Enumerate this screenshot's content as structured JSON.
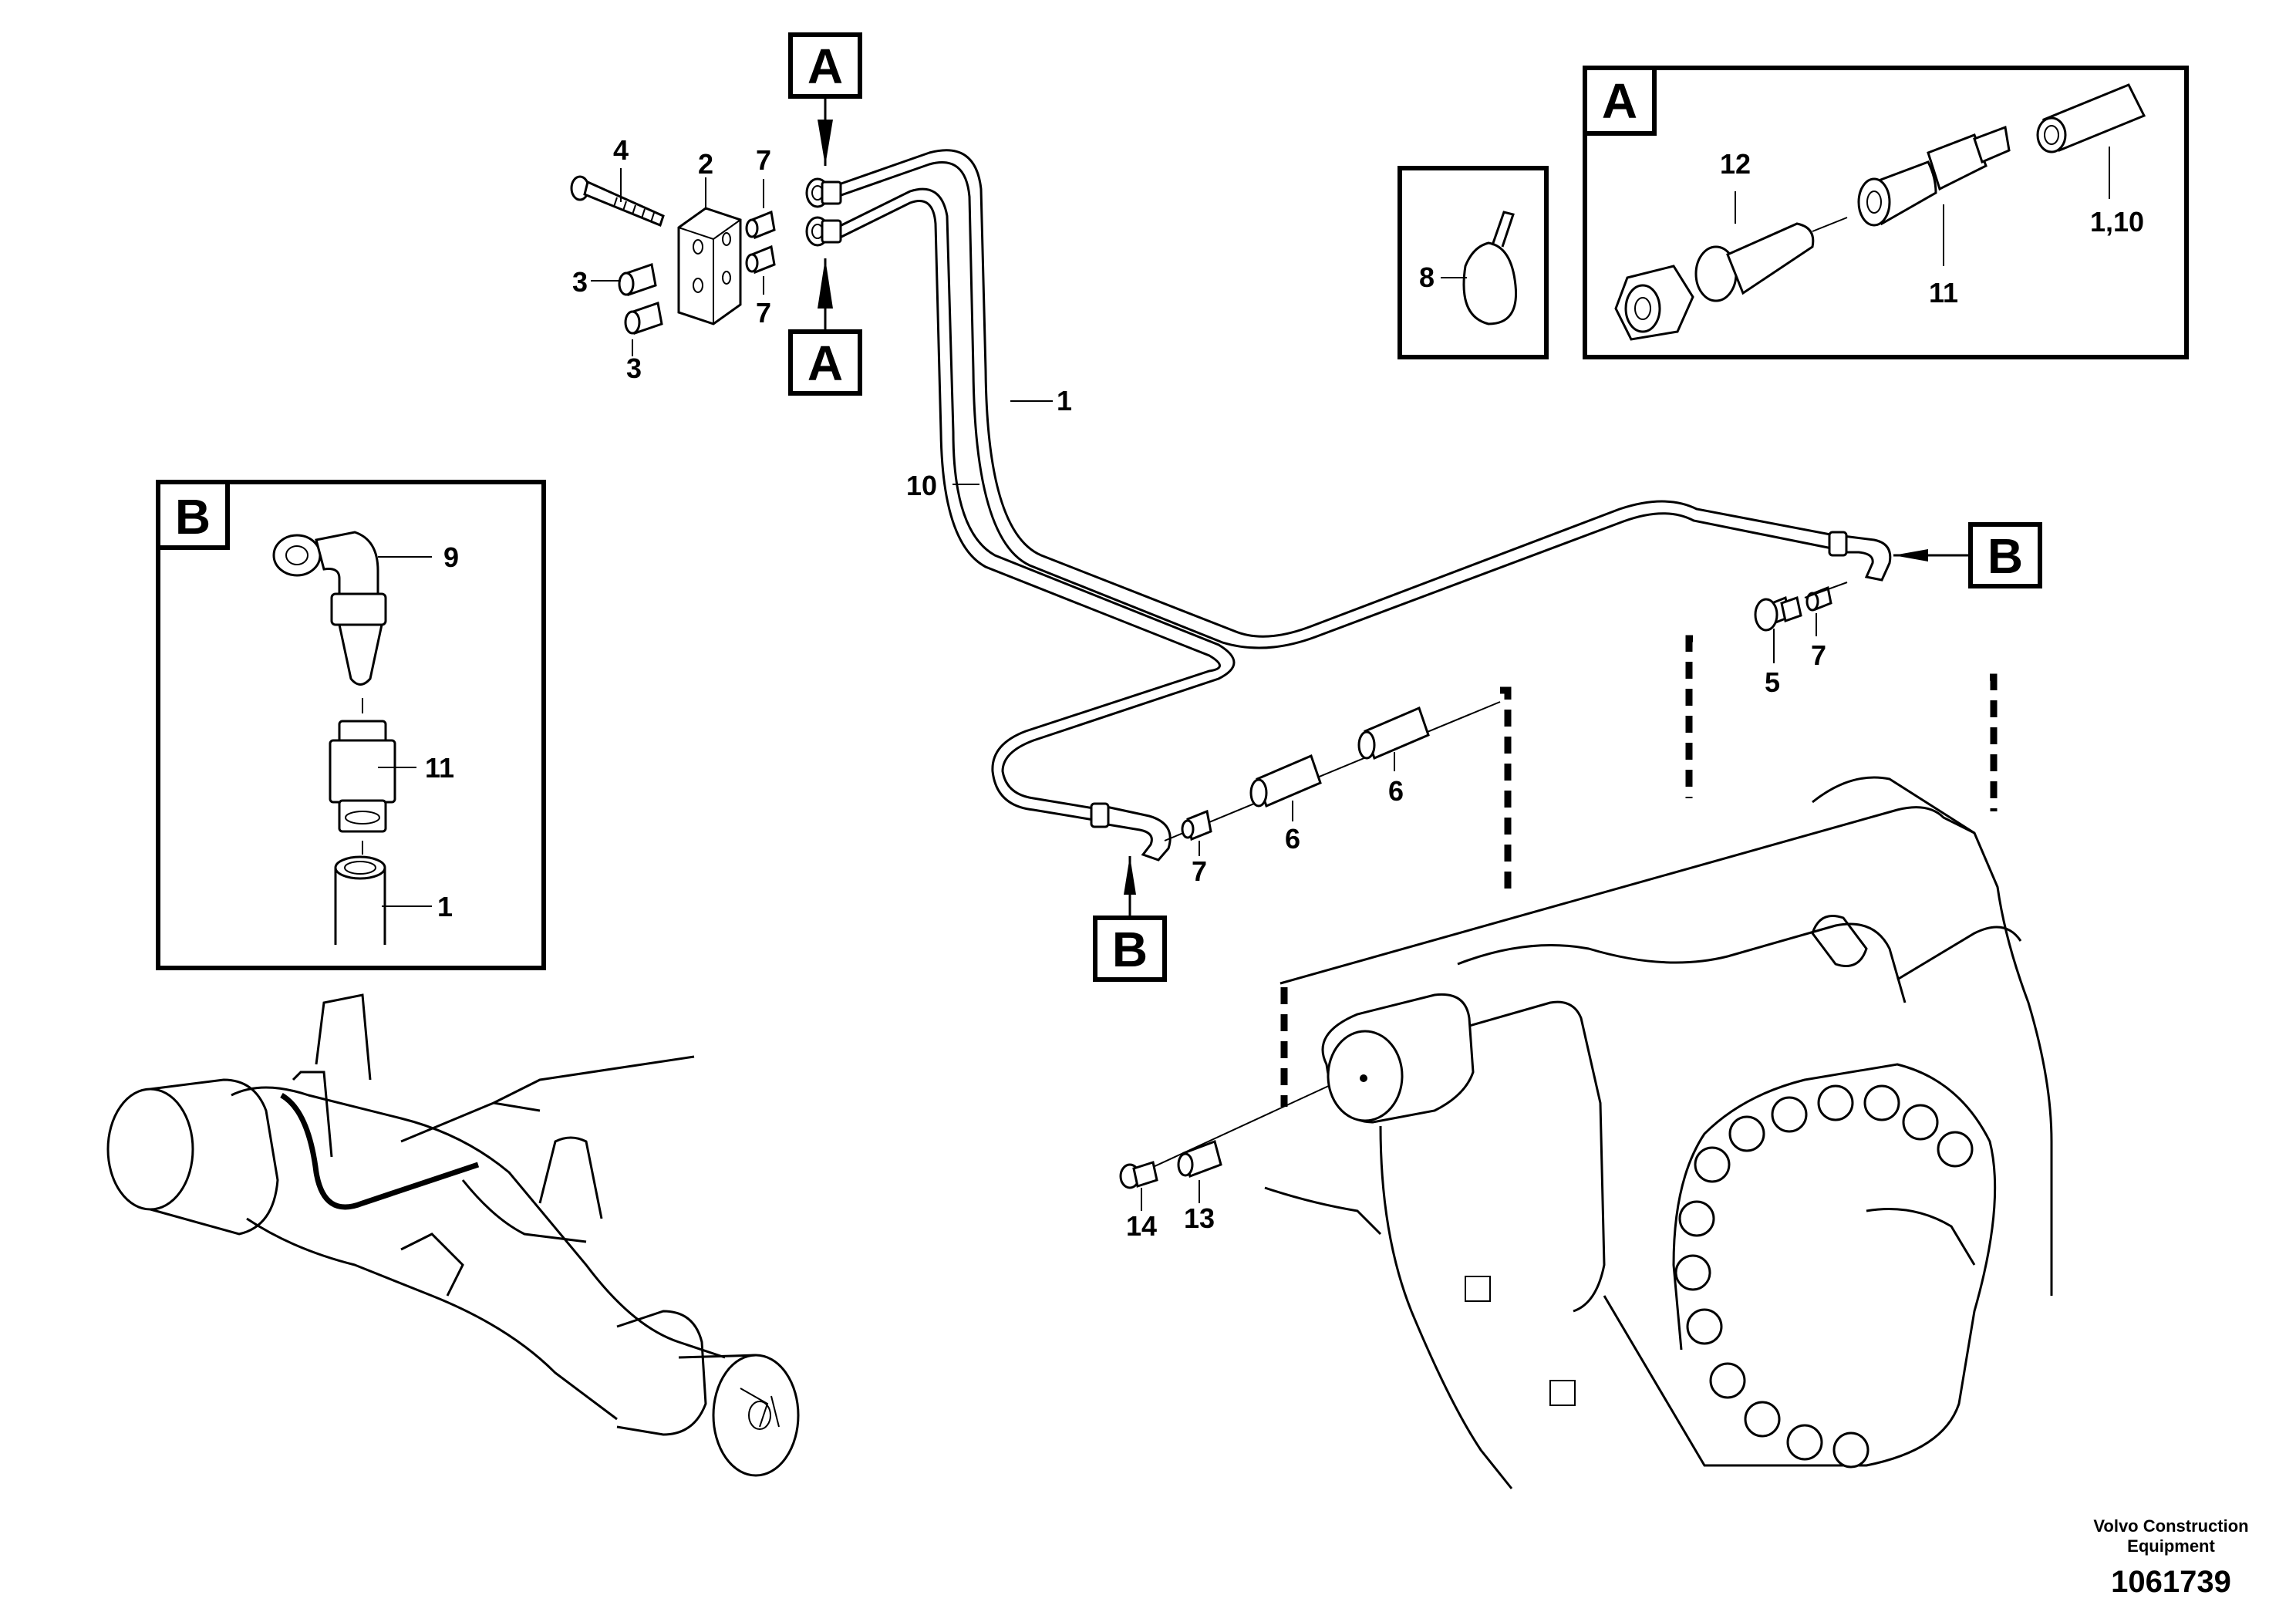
{
  "callout_letters": {
    "a": "A",
    "b": "B"
  },
  "part_labels": {
    "p1": "1",
    "p2": "2",
    "p3": "3",
    "p4": "4",
    "p5": "5",
    "p6": "6",
    "p7": "7",
    "p8": "8",
    "p9": "9",
    "p10": "10",
    "p11": "11",
    "p12": "12",
    "p13": "13",
    "p14": "14",
    "p1_10": "1,10"
  },
  "footer": {
    "publisher_line1": "Volvo Construction",
    "publisher_line2": "Equipment",
    "drawing_number": "1061739"
  }
}
